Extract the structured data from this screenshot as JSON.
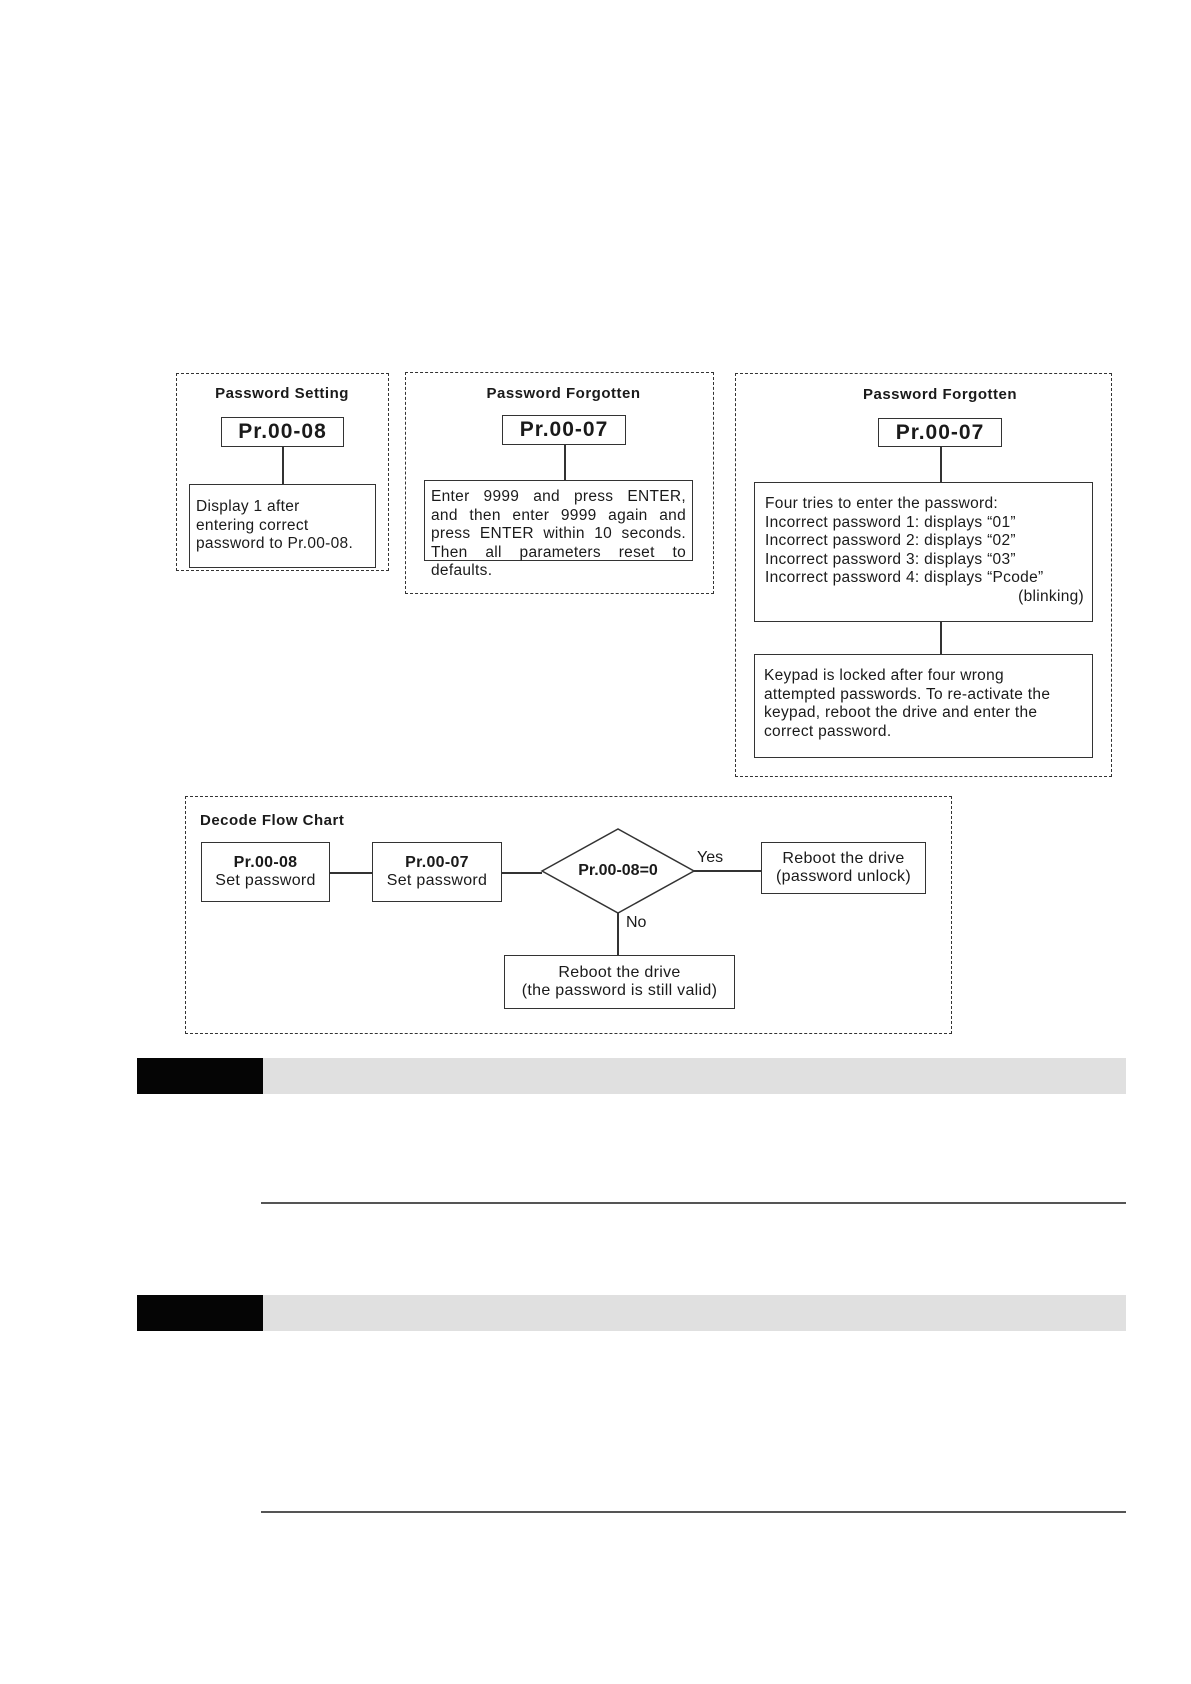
{
  "panel1": {
    "title": "Password Setting",
    "param": "Pr.00-08",
    "box_lines": [
      "Display 1 after",
      "entering correct",
      "password to Pr.00-08."
    ]
  },
  "panel2": {
    "title": "Password Forgotten",
    "param": "Pr.00-07",
    "box_lines": [
      "Enter 9999 and press ENTER,",
      "and then enter 9999 again and",
      "press ENTER within 10 seconds.",
      "Then all parameters reset to",
      "defaults."
    ]
  },
  "panel3": {
    "title": "Password Forgotten",
    "param": "Pr.00-07",
    "box1_lines": [
      "Four tries to enter the password:",
      "Incorrect password 1: displays “01”",
      "Incorrect password 2: displays “02”",
      "Incorrect password 3: displays “03”",
      "Incorrect password 4: displays “Pcode”",
      "(blinking)"
    ],
    "box2_lines": [
      "Keypad is locked after four wrong",
      "attempted passwords. To re-activate the",
      "keypad, reboot the drive and enter the",
      "correct password."
    ]
  },
  "decode": {
    "title": "Decode Flow Chart",
    "step1": {
      "param": "Pr.00-08",
      "label": "Set password"
    },
    "step2": {
      "param": "Pr.00-07",
      "label": "Set password"
    },
    "decision": "Pr.00-08=0",
    "yes_label": "Yes",
    "no_label": "No",
    "yes_box": [
      "Reboot the drive",
      "(password unlock)"
    ],
    "no_box": [
      "Reboot the drive",
      "(the password is still valid)"
    ]
  },
  "colors": {
    "band_dark": "#050505",
    "band_light": "#e0e0e0",
    "line": "#333333"
  }
}
